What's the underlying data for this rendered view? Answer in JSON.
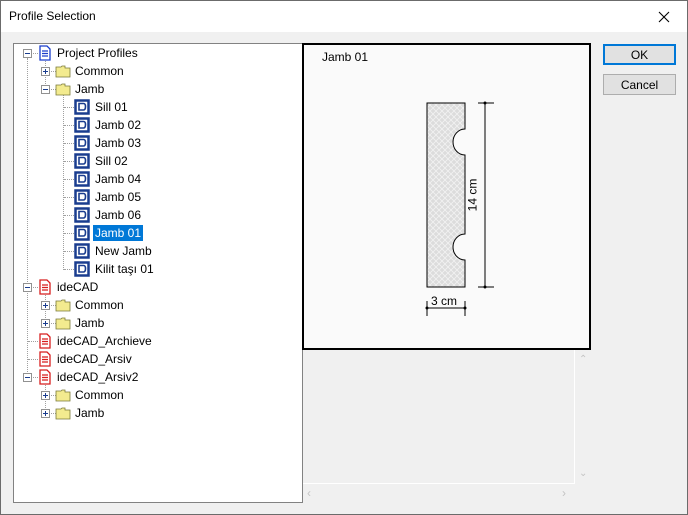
{
  "window": {
    "title": "Profile Selection",
    "close_icon": "close-icon"
  },
  "buttons": {
    "ok_label": "OK",
    "cancel_label": "Cancel"
  },
  "tree": {
    "nodes": [
      {
        "label": "Project Profiles",
        "level": 0,
        "icon": "document-blue-icon",
        "expanded": true
      },
      {
        "label": "Common",
        "level": 1,
        "icon": "folder-icon",
        "expanded": false
      },
      {
        "label": "Jamb",
        "level": 1,
        "icon": "folder-icon",
        "expanded": true
      },
      {
        "label": "Sill 01",
        "level": 2,
        "icon": "profile-icon"
      },
      {
        "label": "Jamb 02",
        "level": 2,
        "icon": "profile-icon"
      },
      {
        "label": "Jamb 03",
        "level": 2,
        "icon": "profile-icon"
      },
      {
        "label": "Sill 02",
        "level": 2,
        "icon": "profile-icon"
      },
      {
        "label": "Jamb 04",
        "level": 2,
        "icon": "profile-icon"
      },
      {
        "label": "Jamb 05",
        "level": 2,
        "icon": "profile-icon"
      },
      {
        "label": "Jamb 06",
        "level": 2,
        "icon": "profile-icon"
      },
      {
        "label": "Jamb 01",
        "level": 2,
        "icon": "profile-icon",
        "selected": true
      },
      {
        "label": "New Jamb",
        "level": 2,
        "icon": "profile-icon"
      },
      {
        "label": "Kilit taşı 01",
        "level": 2,
        "icon": "profile-icon"
      },
      {
        "label": "ideCAD",
        "level": 0,
        "icon": "document-red-icon",
        "expanded": true
      },
      {
        "label": "Common",
        "level": 1,
        "icon": "folder-icon",
        "expanded": false
      },
      {
        "label": "Jamb",
        "level": 1,
        "icon": "folder-icon",
        "expanded": false
      },
      {
        "label": "ideCAD_Archieve",
        "level": 0,
        "icon": "document-red-icon"
      },
      {
        "label": "ideCAD_Arsiv",
        "level": 0,
        "icon": "document-red-icon"
      },
      {
        "label": "ideCAD_Arsiv2",
        "level": 0,
        "icon": "document-red-icon",
        "expanded": true
      },
      {
        "label": "Common",
        "level": 1,
        "icon": "folder-icon",
        "expanded": false
      },
      {
        "label": "Jamb",
        "level": 1,
        "icon": "folder-icon",
        "expanded": false
      }
    ]
  },
  "preview": {
    "title": "Jamb 01",
    "height_dimension": "14 cm",
    "width_dimension": "3 cm"
  },
  "colors": {
    "selection": "#0078d7",
    "profile_icon": "#1a3d8f",
    "document_blue": "#1a3dcc",
    "document_red": "#d81e1e",
    "folder": "#f0e68c"
  }
}
